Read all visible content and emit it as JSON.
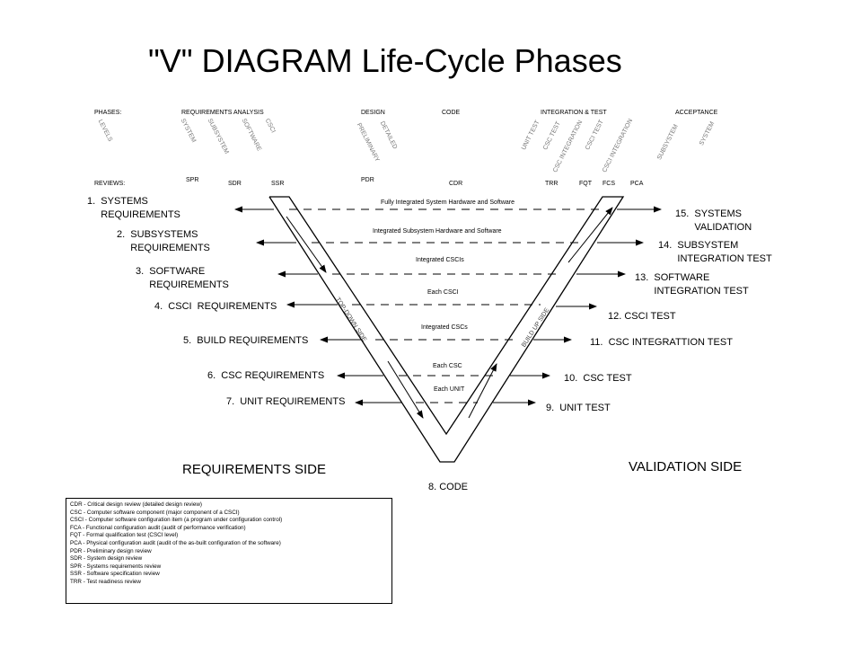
{
  "title": "\"V\"   DIAGRAM Life-Cycle Phases",
  "phases_label": "PHASES:",
  "levels_label": "LEVELS",
  "reviews_label": "REVIEWS:",
  "phases": {
    "requirements_analysis": "REQUIREMENTS ANALYSIS",
    "design": "DESIGN",
    "code": "CODE",
    "integration_test": "INTEGRATION & TEST",
    "acceptance": "ACCEPTANCE"
  },
  "levels": {
    "system": "SYSTEM",
    "subsystem": "SUBSYSTEM",
    "software": "SOFTWARE",
    "csci": "CSCI",
    "preliminary": "PRELIMINARY",
    "detailed": "DETAILED",
    "unit_test": "UNIT TEST",
    "csc_test": "CSC TEST",
    "csc_integration": "CSC INTEGRATION",
    "csci_test": "CSCI TEST",
    "csci_integration": "CSCI INTEGRATION",
    "subsystem_right": "SUBSYSTEM",
    "system_right": "SYSTEM"
  },
  "reviews": {
    "spr": "SPR",
    "sdr": "SDR",
    "ssr": "SSR",
    "pdr": "PDR",
    "cdr": "CDR",
    "trr": "TRR",
    "fqt": "FQT",
    "fcs": "FCS",
    "pca": "PCA"
  },
  "left_items": [
    "1.  SYSTEMS\n     REQUIREMENTS",
    "2.  SUBSYSTEMS\n     REQUIREMENTS",
    "3.  SOFTWARE\n     REQUIREMENTS",
    "4.  CSCI  REQUIREMENTS",
    "5.  BUILD REQUIREMENTS",
    "6.  CSC REQUIREMENTS",
    "7.  UNIT REQUIREMENTS"
  ],
  "right_items": [
    "15.  SYSTEMS\n       VALIDATION",
    "14.  SUBSYSTEM\n       INTEGRATION TEST",
    "13.  SOFTWARE\n       INTEGRATION TEST",
    "12. CSCI TEST",
    "11.  CSC INTEGRATTION TEST",
    "10.  CSC TEST",
    "9.  UNIT TEST"
  ],
  "middle_labels": [
    "Fully Integrated System Hardware and Software",
    "Integrated Subsystem Hardware and Software",
    "Integrated CSCIs",
    "Each CSCI",
    "Integrated CSCs",
    "Each CSC",
    "Each UNIT"
  ],
  "code_label": "8. CODE",
  "top_down_label": "TOP-DOWN SIDE",
  "build_up_label": "BUILD UP SIDE",
  "requirements_side": "REQUIREMENTS SIDE",
  "validation_side": "VALIDATION SIDE",
  "legend": [
    "CDR - Critical design review (detailed design review)",
    "CSC - Computer software component (major component of a CSCI)",
    "CSCI - Computer software configuration item (a program under configuration control)",
    "FCA - Functional configuration audit (audit of performance verification)",
    "FQT - Formal qualification test (CSCI level)",
    "PCA - Physical configuration audit (audit of the as-built configuration of the software)",
    "PDR - Preliminary design review",
    "SDR - System design review",
    "SPR - Systems requirements review",
    "SSR - Software specification review",
    "TRR - Test readiness review"
  ]
}
